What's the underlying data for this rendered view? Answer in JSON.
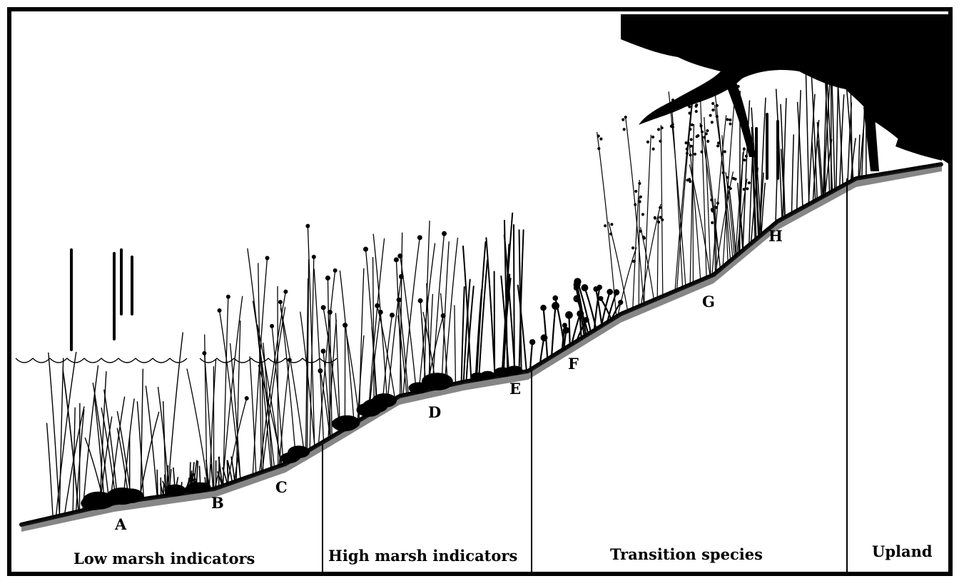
{
  "zones": [
    {
      "id": "low",
      "label": "Low marsh indicators"
    },
    {
      "id": "high",
      "label": "High marsh indicators"
    },
    {
      "id": "transition",
      "label": "Transition species"
    },
    {
      "id": "upland",
      "label": "Upland"
    }
  ],
  "species_labels": [
    "A",
    "B",
    "C",
    "D",
    "E",
    "F",
    "G",
    "H"
  ],
  "colors": {
    "ink": "#000000",
    "paper": "#ffffff"
  }
}
